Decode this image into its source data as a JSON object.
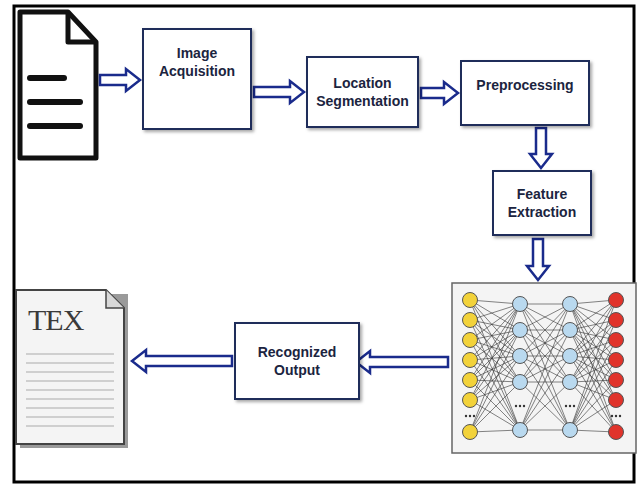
{
  "diagram": {
    "nodes": [
      {
        "text": [
          "Image Acquisition"
        ]
      },
      {
        "text": [
          "Location Segmentation"
        ]
      },
      {
        "text": [
          "Preprocessing"
        ]
      },
      {
        "text": [
          "Feature Extraction"
        ]
      },
      {
        "text": [
          "Recognized Output"
        ]
      },
      {
        "text": [
          "TEX"
        ]
      }
    ],
    "edges": [
      {
        "from": 0,
        "to": 1,
        "arrow": "to"
      },
      {
        "from": 1,
        "to": 2,
        "arrow": "to"
      },
      {
        "from": 2,
        "to": 3,
        "arrow": "to"
      },
      {
        "from": 4,
        "to": 5,
        "arrow": "to"
      }
    ]
  }
}
